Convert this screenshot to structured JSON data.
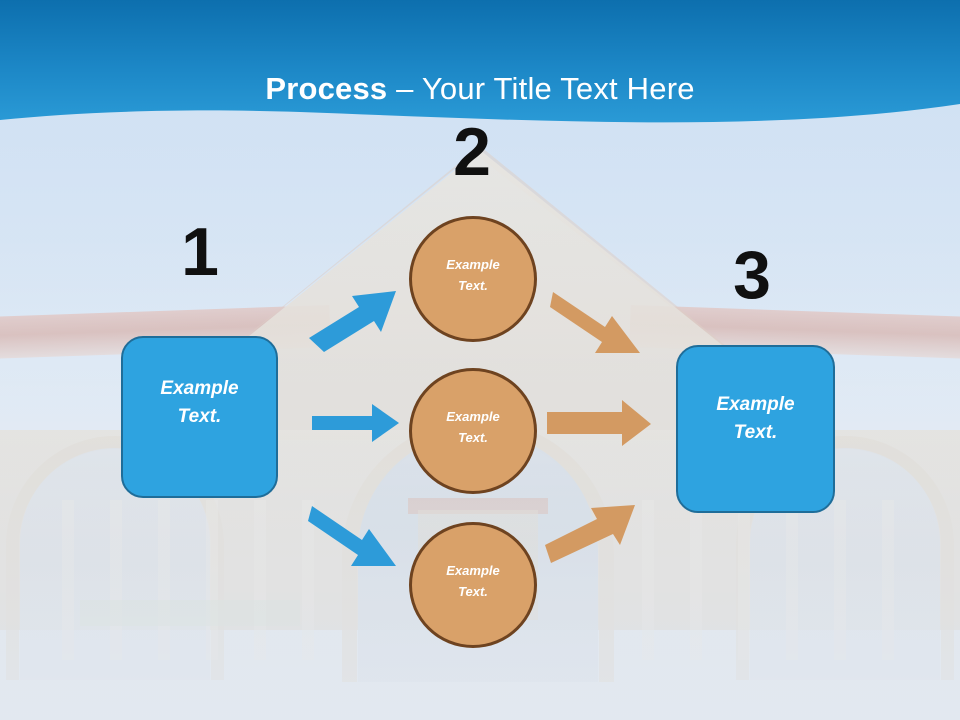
{
  "slide": {
    "title_strong": "Process",
    "title_light": " – Your Title Text Here",
    "background_description": "stanford-memorial-court-photo"
  },
  "colors": {
    "header_blue_top": "#1279b8",
    "header_blue_bottom": "#2a9ad6",
    "page_blue": "#c9dcf0",
    "box_fill": "#2ea3e0",
    "box_border": "#1f6d99",
    "circle_fill": "#d9a169",
    "circle_border": "#6e4320",
    "arrow_blue": "#2d9bd9",
    "arrow_orange": "#d39a62",
    "number_black": "#101010",
    "title_white": "#ffffff"
  },
  "steps": [
    {
      "number": "1",
      "name": "step-one"
    },
    {
      "number": "2",
      "name": "step-two"
    },
    {
      "number": "3",
      "name": "step-three"
    }
  ],
  "boxes": {
    "left": {
      "label": "Example\nText."
    },
    "right": {
      "label": "Example\nText."
    }
  },
  "circles": [
    {
      "label": "Example\nText."
    },
    {
      "label": "Example\nText."
    },
    {
      "label": "Example\nText."
    }
  ],
  "arrows": {
    "blue_up": {
      "direction": "up-right",
      "color": "#2d9bd9"
    },
    "blue_right": {
      "direction": "right",
      "color": "#2d9bd9"
    },
    "blue_down": {
      "direction": "down-right",
      "color": "#2d9bd9"
    },
    "orange_down": {
      "direction": "down-right",
      "color": "#d39a62"
    },
    "orange_right": {
      "direction": "right",
      "color": "#d39a62"
    },
    "orange_up": {
      "direction": "up-right",
      "color": "#d39a62"
    }
  }
}
